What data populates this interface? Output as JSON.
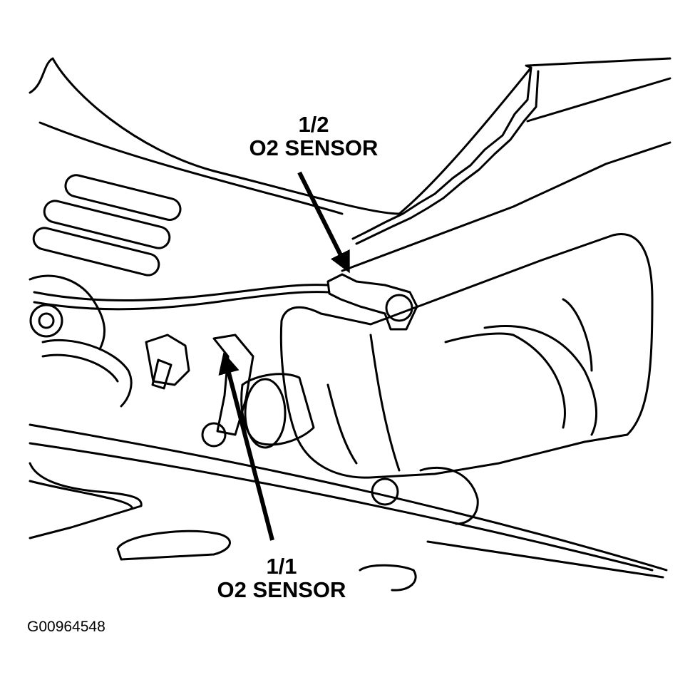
{
  "callouts": {
    "upstream": {
      "position_code": "1/2",
      "name": "O2 SENSOR"
    },
    "downstream": {
      "position_code": "1/1",
      "name": "O2 SENSOR"
    }
  },
  "figure_code": "G00964548",
  "colors": {
    "ink": "#000000",
    "paper": "#ffffff"
  }
}
